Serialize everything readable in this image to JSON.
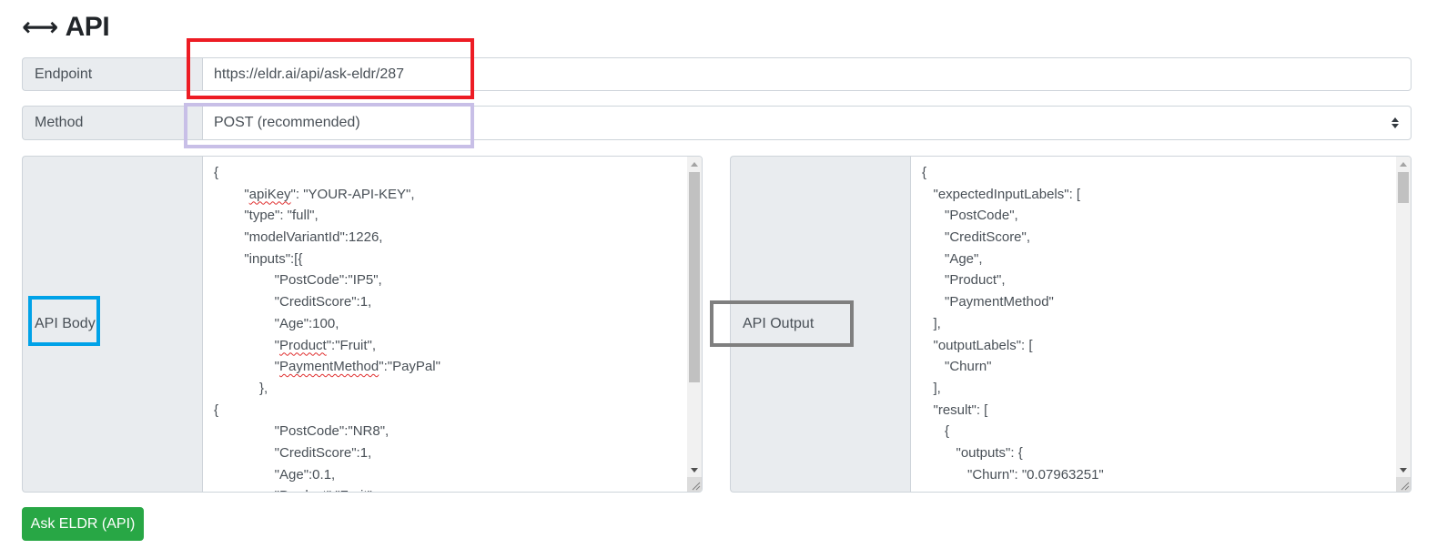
{
  "header": {
    "icon": "left-right-arrow-icon",
    "arrow_glyph": "⟷",
    "title": "API"
  },
  "endpoint": {
    "label": "Endpoint",
    "value": "https://eldr.ai/api/ask-eldr/287"
  },
  "method": {
    "label": "Method",
    "selected": "POST (recommended)"
  },
  "api_body": {
    "label": "API Body",
    "lines": [
      "{",
      "        \"apiKey\": \"YOUR-API-KEY\",",
      "        \"type\": \"full\",",
      "        \"modelVariantId\":1226,",
      "        \"inputs\":[{",
      "                \"PostCode\":\"IP5\",",
      "                \"CreditScore\":1,",
      "                \"Age\":100,",
      "                \"Product\":\"Fruit\",",
      "                \"PaymentMethod\":\"PayPal\"",
      "            },",
      "{",
      "                \"PostCode\":\"NR8\",",
      "                \"CreditScore\":1,",
      "                \"Age\":0.1,",
      "                \"Product\":\"Fruit\","
    ]
  },
  "api_output": {
    "label": "API Output",
    "lines": [
      "{",
      "   \"expectedInputLabels\": [",
      "      \"PostCode\",",
      "      \"CreditScore\",",
      "      \"Age\",",
      "      \"Product\",",
      "      \"PaymentMethod\"",
      "   ],",
      "   \"outputLabels\": [",
      "      \"Churn\"",
      "   ],",
      "   \"result\": [",
      "      {",
      "         \"outputs\": {",
      "            \"Churn\": \"0.07963251\""
    ]
  },
  "submit": {
    "label": "Ask ELDR (API)",
    "color": "#28a745"
  },
  "annotations": {
    "endpoint_box_color": "#ed1c24",
    "method_box_color": "#c8bfe7",
    "body_label_box_color": "#00a2e8",
    "output_label_box_color": "#7f7f7f"
  }
}
